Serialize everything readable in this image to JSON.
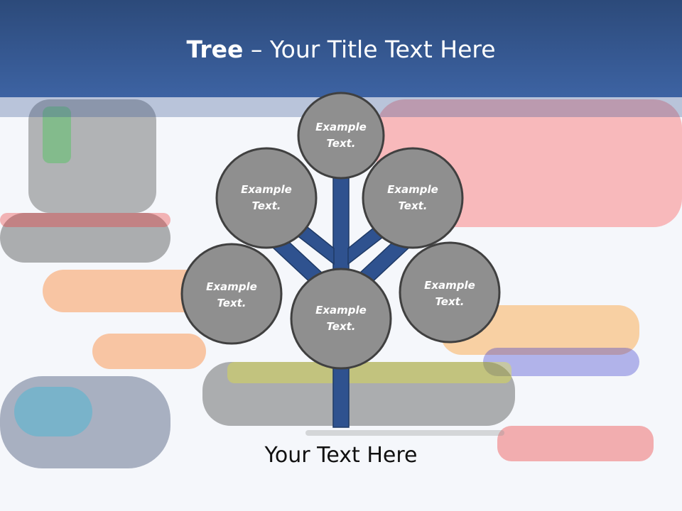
{
  "slide": {
    "title_bold": "Tree",
    "title_rest": " – Your Title Text Here",
    "caption": "Your Text Here",
    "colors": {
      "header_top": "#2c4a7a",
      "header_bottom": "#3d63a3",
      "branch": "#2f528f",
      "node_fill": "#8f8f8f",
      "node_stroke": "#404040"
    }
  },
  "nodes": [
    {
      "id": "top",
      "line1": "Example",
      "line2": "Text."
    },
    {
      "id": "upper-left",
      "line1": "Example",
      "line2": "Text."
    },
    {
      "id": "upper-right",
      "line1": "Example",
      "line2": "Text."
    },
    {
      "id": "lower-left",
      "line1": "Example",
      "line2": "Text."
    },
    {
      "id": "center",
      "line1": "Example",
      "line2": "Text."
    },
    {
      "id": "lower-right",
      "line1": "Example",
      "line2": "Text."
    }
  ]
}
